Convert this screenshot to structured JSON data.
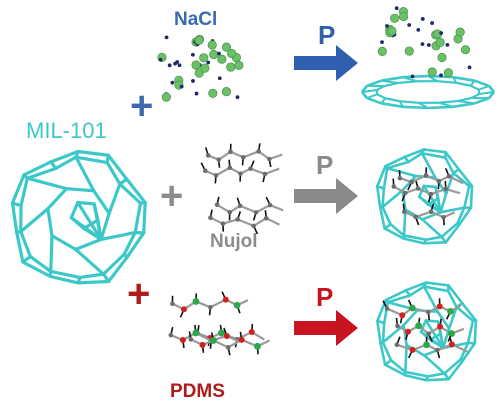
{
  "labels": {
    "framework": "MIL-101",
    "salt": "NaCl",
    "oil": "Nujol",
    "polymer": "PDMS",
    "pressure_nacl": "P",
    "pressure_nujol": "P",
    "pressure_pdms": "P"
  },
  "symbols": {
    "plus_nacl": "+",
    "plus_nujol": "+",
    "plus_pdms": "+"
  },
  "colors": {
    "framework": "#3cc8c8",
    "salt_label": "#3a6bb0",
    "oil_label": "#8c8c8c",
    "polymer_label": "#b01a1a",
    "arrow_nacl": "#2f5fae",
    "arrow_nujol": "#8a8a8a",
    "arrow_pdms": "#c8141e",
    "na_ion": "#6dc06a",
    "cl_ion": "#1f2a6b"
  }
}
